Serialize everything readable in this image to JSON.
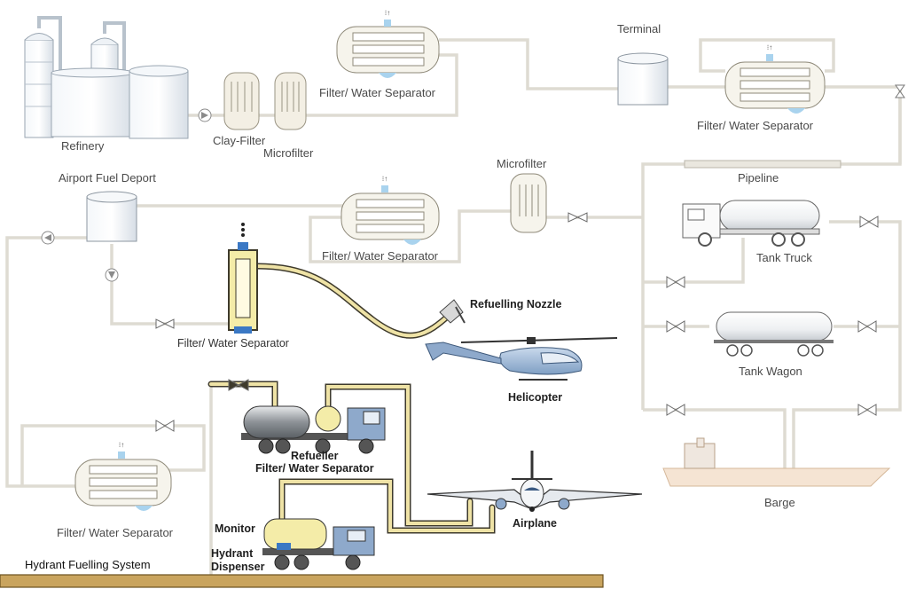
{
  "labels": {
    "refinery": "Refinery",
    "clay_filter": "Clay-Filter",
    "microfilter_top": "Microfilter",
    "fws_top": "Filter/ Water Separator",
    "terminal": "Terminal",
    "fws_terminal": "Filter/ Water Separator",
    "airport_fuel_depot": "Airport Fuel Deport",
    "fws_depot": "Filter/ Water Separator",
    "microfilter_mid": "Microfilter",
    "pipeline": "Pipeline",
    "tank_truck": "Tank Truck",
    "tank_wagon": "Tank Wagon",
    "barge": "Barge",
    "refuelling_nozzle": "Refuelling Nozzle",
    "fws_nozzle": "Filter/ Water Separator",
    "helicopter": "Helicopter",
    "refueller": "Refueller",
    "fws_refueller": "Filter/ Water Separator",
    "airplane": "Airplane",
    "fws_hydrant": "Filter/ Water Separator",
    "monitor": "Monitor",
    "hydrant_dispenser_1": "Hydrant",
    "hydrant_dispenser_2": "Dispenser",
    "hydrant_fuelling_system": "Hydrant Fuelling System"
  }
}
